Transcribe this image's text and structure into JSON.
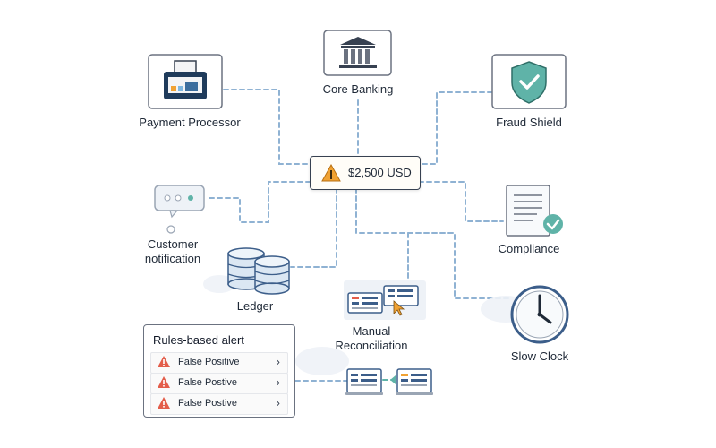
{
  "nodes": {
    "core_banking": "Core Banking",
    "payment_processor": "Payment Processor",
    "fraud_shield": "Fraud Shield",
    "customer_notification_line1": "Customer",
    "customer_notification_line2": "notification",
    "compliance": "Compliance",
    "ledger": "Ledger",
    "manual_reconciliation_line1": "Manual",
    "manual_reconciliation_line2": "Reconciliation",
    "slow_clock": "Slow Clock"
  },
  "alert": {
    "amount": "$2,500 USD",
    "icon": "warning-icon"
  },
  "rules_panel": {
    "title": "Rules-based alert",
    "rows": [
      {
        "label": "False Positive",
        "icon": "warning-icon"
      },
      {
        "label": "False Postive",
        "icon": "warning-icon"
      },
      {
        "label": "False Postive",
        "icon": "warning-icon"
      }
    ]
  },
  "colors": {
    "connector": "#8fb2d3",
    "accent_teal": "#5fb3a8",
    "warning": "#f0a233",
    "danger": "#e35d4a",
    "doc_blue": "#3c5e8a"
  }
}
